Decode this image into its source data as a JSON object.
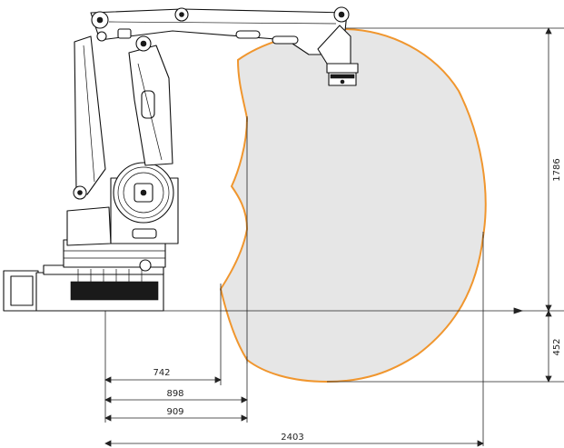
{
  "diagram": {
    "envelope_color": "#f0962e",
    "envelope_fill": "#e6e6e6",
    "line_color": "#222222"
  },
  "dimensions": {
    "reach_742": "742",
    "reach_898": "898",
    "reach_909": "909",
    "reach_2403": "2403",
    "height_1786": "1786",
    "depth_452": "452"
  }
}
